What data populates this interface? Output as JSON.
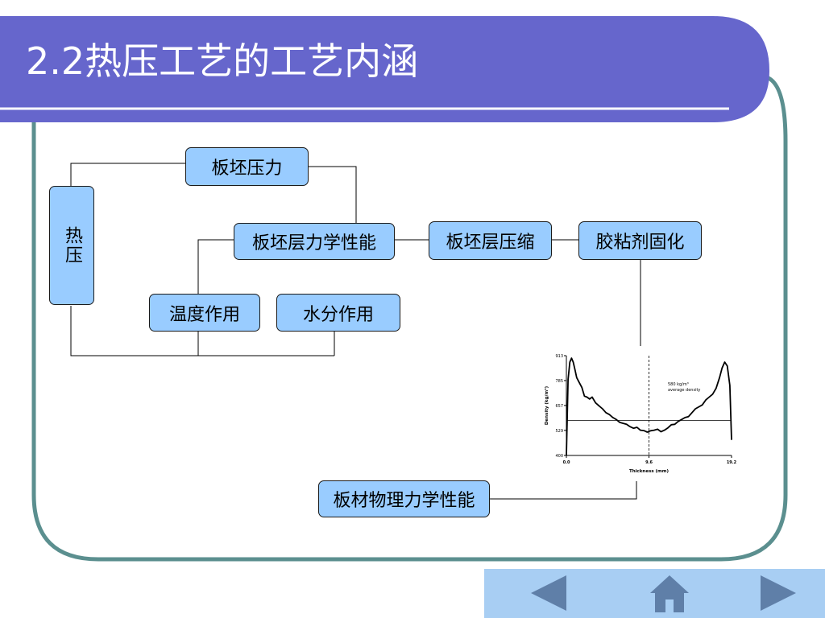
{
  "slide": {
    "title": "2.2热压工艺的工艺内涵",
    "accent_color": "#6666cc",
    "frame_color": "#5b8f8f",
    "node_fill": "#99ccff"
  },
  "diagram": {
    "nodes": {
      "hot_press": "热压",
      "mat_pressure": "板坯压力",
      "mat_layer_mechanics": "板坯层力学性能",
      "temperature_effect": "温度作用",
      "moisture_effect": "水分作用",
      "mat_layer_compression": "板坯层压缩",
      "adhesive_curing": "胶粘剂固化",
      "board_properties": "板材物理力学性能"
    }
  },
  "chart_data": {
    "type": "line",
    "title": "",
    "xlabel": "Thickness (mm)",
    "ylabel": "Density (kg/m³)",
    "xlim": [
      0.0,
      19.2
    ],
    "ylim": [
      400,
      913
    ],
    "x_ticks": [
      "0.0",
      "9.6",
      "19.2"
    ],
    "y_ticks": [
      "913",
      "785",
      "657",
      "529",
      "400"
    ],
    "annotation": [
      "580 kg/m³",
      "average density"
    ],
    "average_density": 580,
    "center_line_x": 9.6,
    "series": [
      {
        "x": [
          0.0,
          0.2,
          0.4,
          0.6,
          0.8,
          1.0,
          1.2,
          1.5,
          1.8,
          2.1,
          2.4,
          2.7,
          3.0,
          3.4,
          3.8,
          4.2,
          4.6,
          5.0,
          5.4,
          5.8,
          6.2,
          6.6,
          7.0,
          7.4,
          7.8,
          8.2,
          8.6,
          9.0,
          9.4,
          9.8,
          10.2,
          10.6,
          11.0,
          11.4,
          11.8,
          12.2,
          12.6,
          13.0,
          13.4,
          13.8,
          14.2,
          14.6,
          15.0,
          15.4,
          15.8,
          16.2,
          16.6,
          17.0,
          17.4,
          17.8,
          18.1,
          18.4,
          18.7,
          19.0,
          19.2
        ],
        "values": [
          400,
          790,
          880,
          900,
          880,
          840,
          800,
          775,
          750,
          705,
          700,
          690,
          700,
          670,
          655,
          640,
          620,
          610,
          595,
          585,
          570,
          565,
          560,
          548,
          540,
          545,
          530,
          528,
          520,
          527,
          530,
          535,
          522,
          530,
          542,
          558,
          560,
          575,
          585,
          595,
          600,
          620,
          640,
          650,
          660,
          685,
          700,
          715,
          745,
          800,
          850,
          880,
          860,
          760,
          480
        ]
      }
    ]
  },
  "navigation": {
    "prev_icon": "left-triangle-icon",
    "home_icon": "home-icon",
    "next_icon": "right-triangle-icon"
  }
}
